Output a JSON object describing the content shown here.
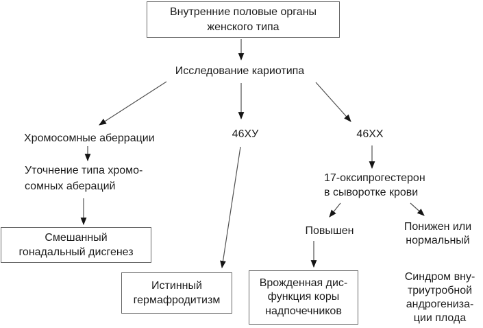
{
  "colors": {
    "background": "#ffffff",
    "text": "#1c1c1c",
    "line": "#4f4f4f",
    "arrowhead": "#151515",
    "box-border": "#646464"
  },
  "nodes": {
    "root_box": "Внутренние половые органы\nженского типа",
    "karyotype_study": "Исследование кариотипа",
    "chromosomal_aberrations": "Хромосомные аберрации",
    "aberration_type": "Уточнение типа хромо-\nсомных абераций",
    "mixed_gonadal_dysgenesis": "Смешанный\nгонадальный дисгенез",
    "karyotype_46xy": "46ХУ",
    "true_hermaphroditism": "Истинный\nгермафродитизм",
    "karyotype_46xx": "46ХХ",
    "oxyprogesterone": "17-оксипрогестерон\nв сыворотке крови",
    "elevated": "Повышен",
    "low_or_normal": "Понижен или\nнормальный",
    "congenital_adrenal_dysfunction": "Врожденная дис-\nфункция коры\nнадпочечников",
    "intrauterine_androgenization": "Синдром вну-\nтриутробной\nандрогениза-\nции плода"
  }
}
